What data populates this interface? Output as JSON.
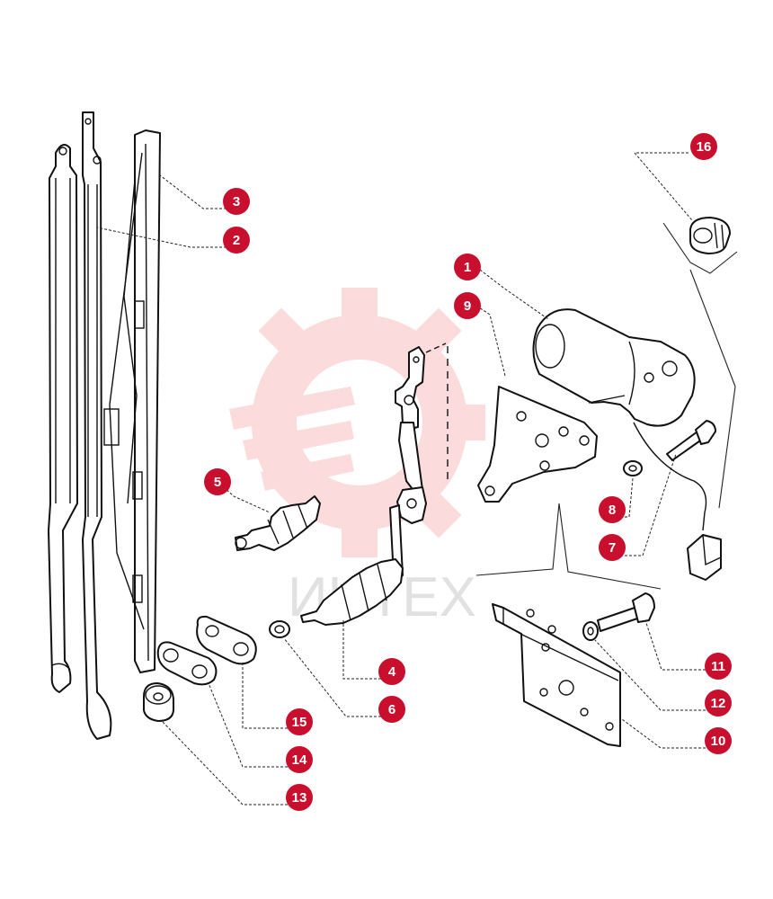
{
  "watermark": {
    "text": "ИНТЕХ",
    "color": "#e8272f"
  },
  "callout_color": "#c8102e",
  "callouts": [
    {
      "id": "1",
      "label": "1"
    },
    {
      "id": "2",
      "label": "2"
    },
    {
      "id": "3",
      "label": "3"
    },
    {
      "id": "4",
      "label": "4"
    },
    {
      "id": "5",
      "label": "5"
    },
    {
      "id": "6",
      "label": "6"
    },
    {
      "id": "7",
      "label": "7"
    },
    {
      "id": "8",
      "label": "8"
    },
    {
      "id": "9",
      "label": "9"
    },
    {
      "id": "10",
      "label": "10"
    },
    {
      "id": "11",
      "label": "11"
    },
    {
      "id": "12",
      "label": "12"
    },
    {
      "id": "13",
      "label": "13"
    },
    {
      "id": "14",
      "label": "14"
    },
    {
      "id": "15",
      "label": "15"
    },
    {
      "id": "16",
      "label": "16"
    }
  ]
}
